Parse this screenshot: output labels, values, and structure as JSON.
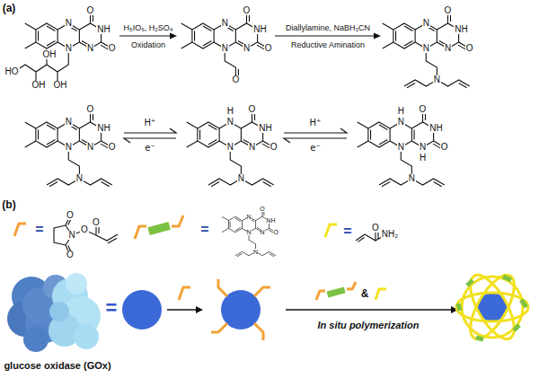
{
  "diagram": {
    "labels": [
      "(a)",
      "O",
      "N",
      "NH",
      "N",
      "N",
      "O",
      "OH",
      "HO",
      "OH",
      "OH",
      "H₅IO₆, H₂SO₄",
      "Oxidation",
      "O",
      "N",
      "NH",
      "N",
      "N",
      "O",
      "O",
      "Diallylamine, NaBH₃CN",
      "Reductive Amination",
      "O",
      "N",
      "NH",
      "N",
      "N",
      "O",
      "N",
      "O",
      "N",
      "NH",
      "N",
      "N",
      "O",
      "N",
      "H⁺",
      "e⁻",
      "O",
      "N",
      "NH",
      "N",
      "N",
      "O",
      "N",
      "H",
      "H⁺",
      "e⁻",
      "O",
      "N",
      "NH",
      "N",
      "N",
      "O",
      "N",
      "H",
      "H",
      "(b)",
      "=",
      "O",
      "O",
      "O",
      "N",
      "O",
      "=",
      "O",
      "N",
      "NH",
      "N",
      "N",
      "O",
      "N",
      "=",
      "O",
      "NH₂",
      "glucose oxidase (GOx)",
      "=",
      "&",
      "In situ polymerization"
    ]
  }
}
